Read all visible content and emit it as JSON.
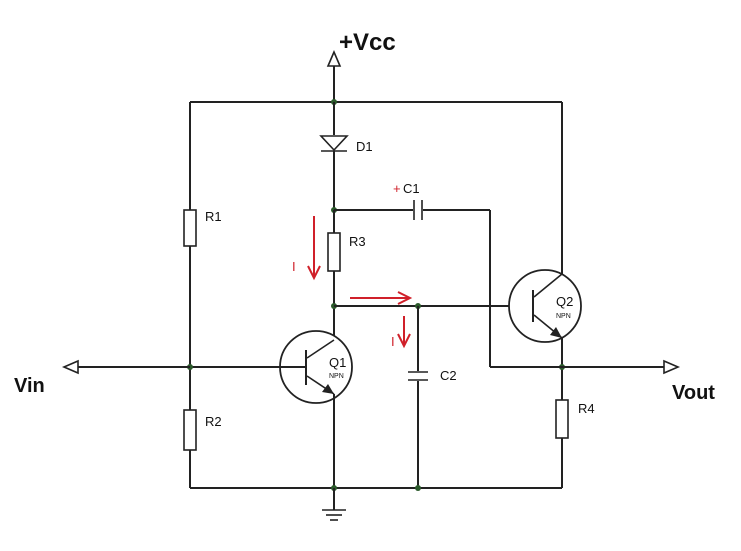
{
  "labels": {
    "vcc": "+Vcc",
    "vin": "Vin",
    "vout": "Vout",
    "d1": "D1",
    "c1": "C1",
    "c1_plus": "+",
    "r1": "R1",
    "r2": "R2",
    "r3": "R3",
    "r4": "R4",
    "c2": "C2",
    "q1": "Q1",
    "q1_type": "NPN",
    "q2": "Q2",
    "q2_type": "NPN",
    "current_r3": "I",
    "current_c2": "I"
  },
  "colors": {
    "wire": "#222222",
    "junction": "#2b5a2b",
    "current_arrow": "#d0202a"
  }
}
